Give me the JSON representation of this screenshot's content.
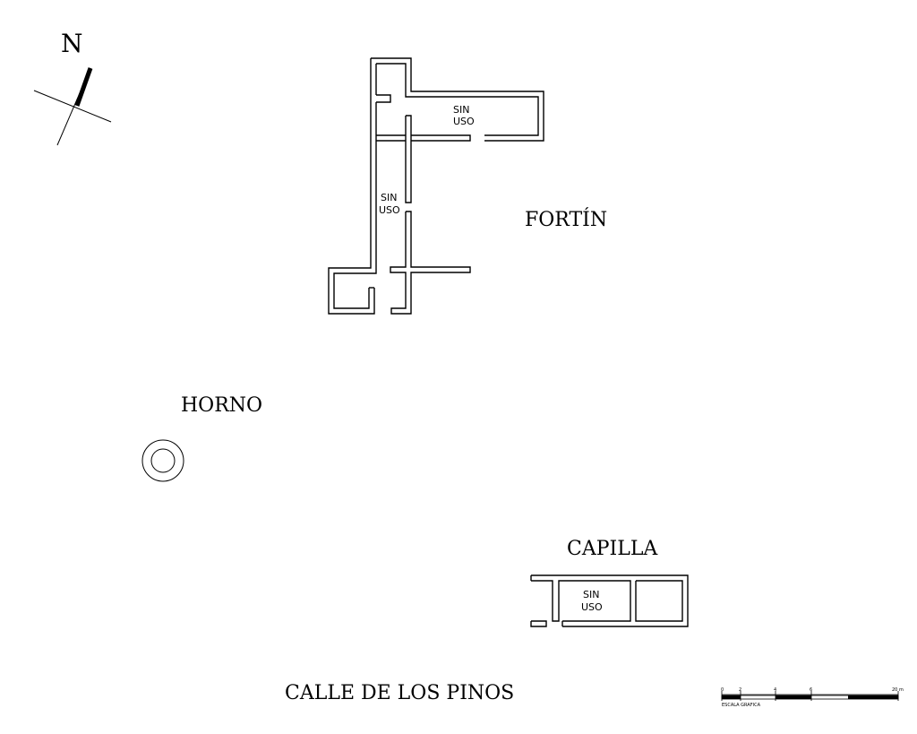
{
  "north": {
    "letter": "N",
    "icon": "north-arrow-icon"
  },
  "fortin": {
    "title": "FORTÍN",
    "room_upper": {
      "line1": "SIN",
      "line2": "USO"
    },
    "room_lower": {
      "line1": "SIN",
      "line2": "USO"
    }
  },
  "horno": {
    "title": "HORNO",
    "icon": "oven-circle-icon"
  },
  "capilla": {
    "title": "CAPILLA",
    "room": {
      "line1": "SIN",
      "line2": "USO"
    }
  },
  "street": {
    "name": "CALLE DE LOS PINOS"
  },
  "scale": {
    "ticks": [
      "0",
      "2",
      "4",
      "6",
      "20 m"
    ],
    "caption": "ESCALA GRAFICA"
  }
}
